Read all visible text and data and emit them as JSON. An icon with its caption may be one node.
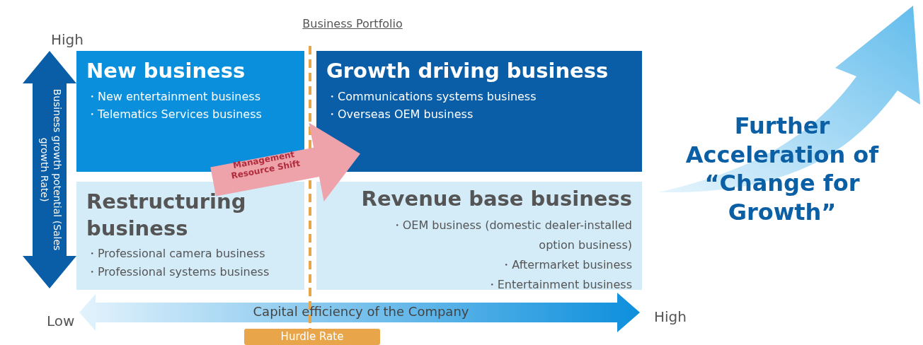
{
  "diagram": {
    "title": "Business Portfolio",
    "nodes": [
      {
        "text": [
          "New business",
          "・New entertainment business",
          "・Telematics Services business"
        ]
      },
      {
        "text": [
          "Growth driving business",
          "・Communications systems business",
          "・Overseas OEM business"
        ]
      },
      {
        "text": [
          "Restructuring business",
          "・Professional camera business",
          "・Professional systems business"
        ]
      },
      {
        "text": [
          "Revenue base business",
          "・OEM business (domestic dealer-installed option business)",
          "・Aftermarket business",
          "・Entertainment business"
        ]
      }
    ],
    "edges": [
      {
        "from": 2,
        "to": 1,
        "arrow": "to",
        "label": "Management Resource Shift",
        "style": "thick",
        "color": "#eea3ab"
      }
    ],
    "labels": [
      "High",
      "Business growth potential (Sales growth Rate)",
      "Low",
      "Capital efficiency of the Company",
      "High",
      "Hurdle Rate",
      "Further Acceleration of “Change for Growth”"
    ]
  }
}
